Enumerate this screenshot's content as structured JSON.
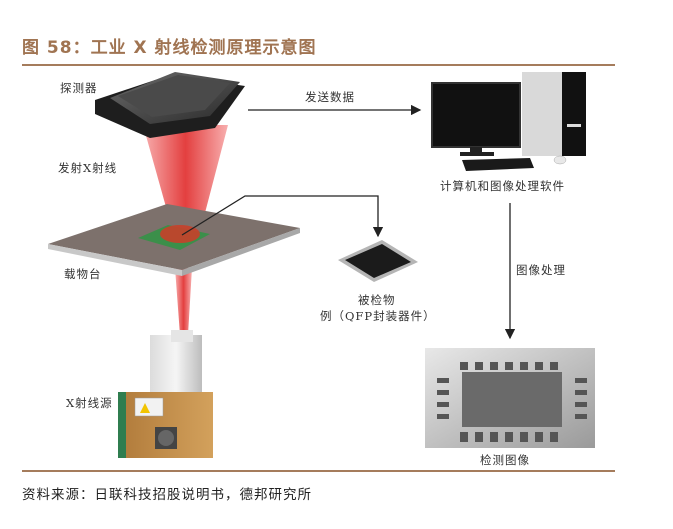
{
  "figure": {
    "title": "图 58：工业 X 射线检测原理示意图",
    "source": "资料来源：日联科技招股说明书，德邦研究所",
    "accent_color": "#a57c5c"
  },
  "diagram": {
    "components": {
      "detector": "探测器",
      "xray_beam": "发射X射线",
      "stage": "载物台",
      "xray_source": "X射线源",
      "computer": "计算机和图像处理软件",
      "sample_line1": "被检物",
      "sample_line2": "例（QFP封装器件）",
      "result_image": "检测图像"
    },
    "arrows": {
      "send_data": "发送数据",
      "image_processing": "图像处理"
    }
  }
}
